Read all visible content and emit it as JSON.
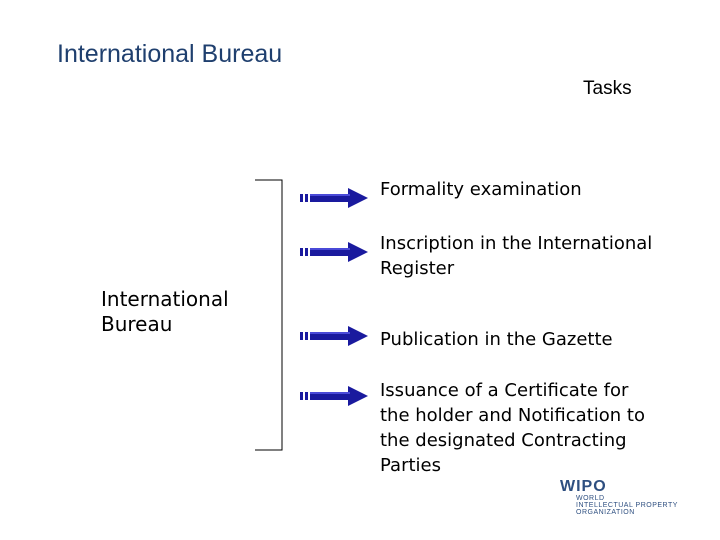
{
  "header": {
    "title": "International Bureau",
    "tasks_label": "Tasks"
  },
  "left_label": {
    "line1": "International",
    "line2": "Bureau"
  },
  "tasks": [
    {
      "line1": "Formality examination"
    },
    {
      "line1": "Inscription in the International",
      "line2": "Register"
    },
    {
      "line1": "Publication in the Gazette"
    },
    {
      "line1": "Issuance of a Certificate for",
      "line2": "the holder and Notification to",
      "line3": "the designated Contracting",
      "line4": "Parties"
    }
  ],
  "logo": {
    "name": "WIPO",
    "line1": "WORLD",
    "line2": "INTELLECTUAL PROPERTY",
    "line3": "ORGANIZATION"
  },
  "colors": {
    "title": "#1f3f6e",
    "arrow": "#1a1a9e",
    "arrow_edge": "#0000cc"
  }
}
